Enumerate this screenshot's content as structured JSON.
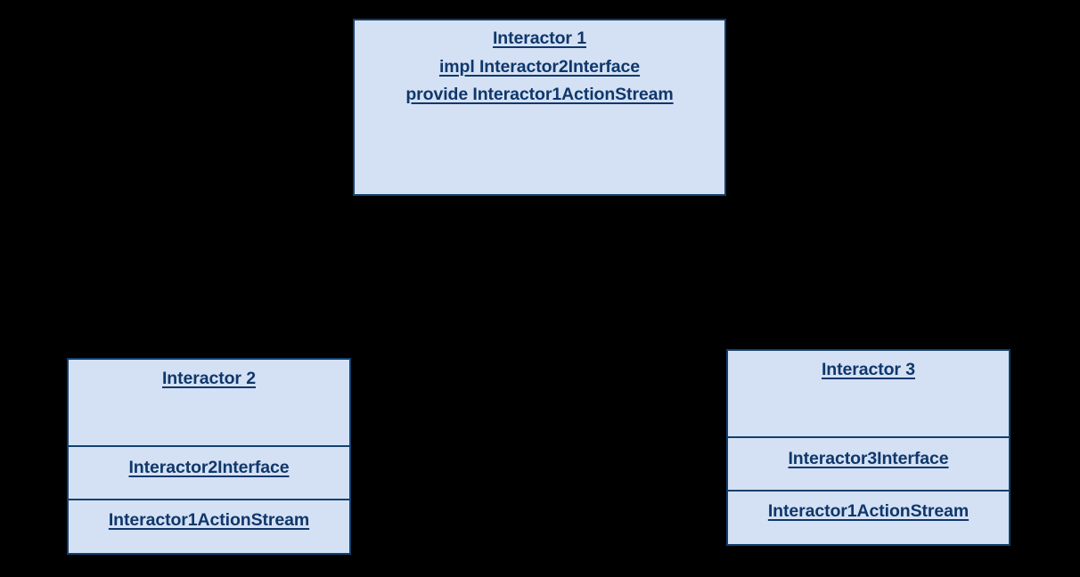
{
  "diagram": {
    "type": "uml-component-diagram",
    "background_color": "#000000",
    "node_fill_color": "#d4e1f4",
    "node_border_color": "#11406e",
    "text_color": "#10376b",
    "nodes": [
      {
        "id": "interactor-1",
        "title": "Interactor 1",
        "compartments": [
          {
            "lines": [
              "Interactor 1",
              "impl Interactor2Interface",
              "provide Interactor1ActionStream"
            ]
          }
        ]
      },
      {
        "id": "interactor-2",
        "title": "Interactor 2",
        "compartments": [
          {
            "lines": [
              "Interactor 2"
            ]
          },
          {
            "lines": [
              "Interactor2Interface"
            ]
          },
          {
            "lines": [
              "Interactor1ActionStream"
            ]
          }
        ]
      },
      {
        "id": "interactor-3",
        "title": "Interactor 3",
        "compartments": [
          {
            "lines": [
              "Interactor 3"
            ]
          },
          {
            "lines": [
              "Interactor3Interface"
            ]
          },
          {
            "lines": [
              "Interactor1ActionStream"
            ]
          }
        ]
      }
    ]
  }
}
